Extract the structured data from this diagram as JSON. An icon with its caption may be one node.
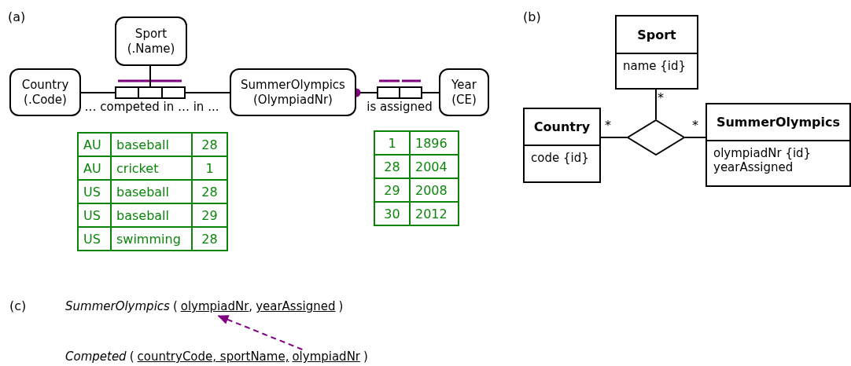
{
  "diagram": {
    "nodes": [
      {
        "text": [
          "Country (.Code)"
        ]
      },
      {
        "text": [
          "Sport (.Name)"
        ]
      },
      {
        "text": [
          "SummerOlympics (OlympiadNr)"
        ]
      },
      {
        "text": [
          "Year (CE)"
        ]
      },
      {
        "text": [],
        "shape": "box",
        "beside": [
          "… competed in … in ..."
        ]
      },
      {
        "text": [],
        "shape": "box",
        "beside": [
          "is assigned"
        ]
      },
      {
        "text": [
          "Sport",
          "name {id}"
        ]
      },
      {
        "text": [
          "Country",
          "code {id}"
        ]
      },
      {
        "text": [],
        "shape": "diamond"
      },
      {
        "text": [
          "SummerOlympics",
          "olympiadNr {id} yearAssigned"
        ]
      },
      {
        "text": [
          "olympiadNr"
        ]
      },
      {
        "text": [
          "olympiadNr"
        ]
      }
    ],
    "edges": [
      {
        "from": 0,
        "to": 4,
        "arrow": "none"
      },
      {
        "from": 4,
        "to": 2,
        "arrow": "none"
      },
      {
        "from": 1,
        "to": 4,
        "arrow": "none"
      },
      {
        "from": 5,
        "to": 2,
        "arrow": "other"
      },
      {
        "from": 5,
        "to": 3,
        "arrow": "none"
      },
      {
        "from": 7,
        "to": 8,
        "arrow": "none"
      },
      {
        "from": 8,
        "to": 9,
        "arrow": "none"
      },
      {
        "from": 6,
        "to": 8,
        "arrow": "none"
      },
      {
        "from": 11,
        "to": 10,
        "arrow": "to",
        "style": "dashed",
        "color": "#800080"
      }
    ],
    "labels": [
      "(a)",
      "AU",
      "baseball",
      "28",
      "AU",
      "cricket",
      "1",
      "US",
      "baseball",
      "28",
      "US",
      "baseball",
      "29",
      "US",
      "swimming",
      "28",
      "1",
      "1896",
      "28",
      "2004",
      "29",
      "2008",
      "30",
      "2012",
      "(b)",
      "*",
      "*",
      "*",
      "(c)",
      "SummerOlympics",
      "(",
      ",",
      "yearAssigned",
      ")",
      "Competed",
      "(",
      "countryCode, sportName,",
      ")"
    ]
  }
}
